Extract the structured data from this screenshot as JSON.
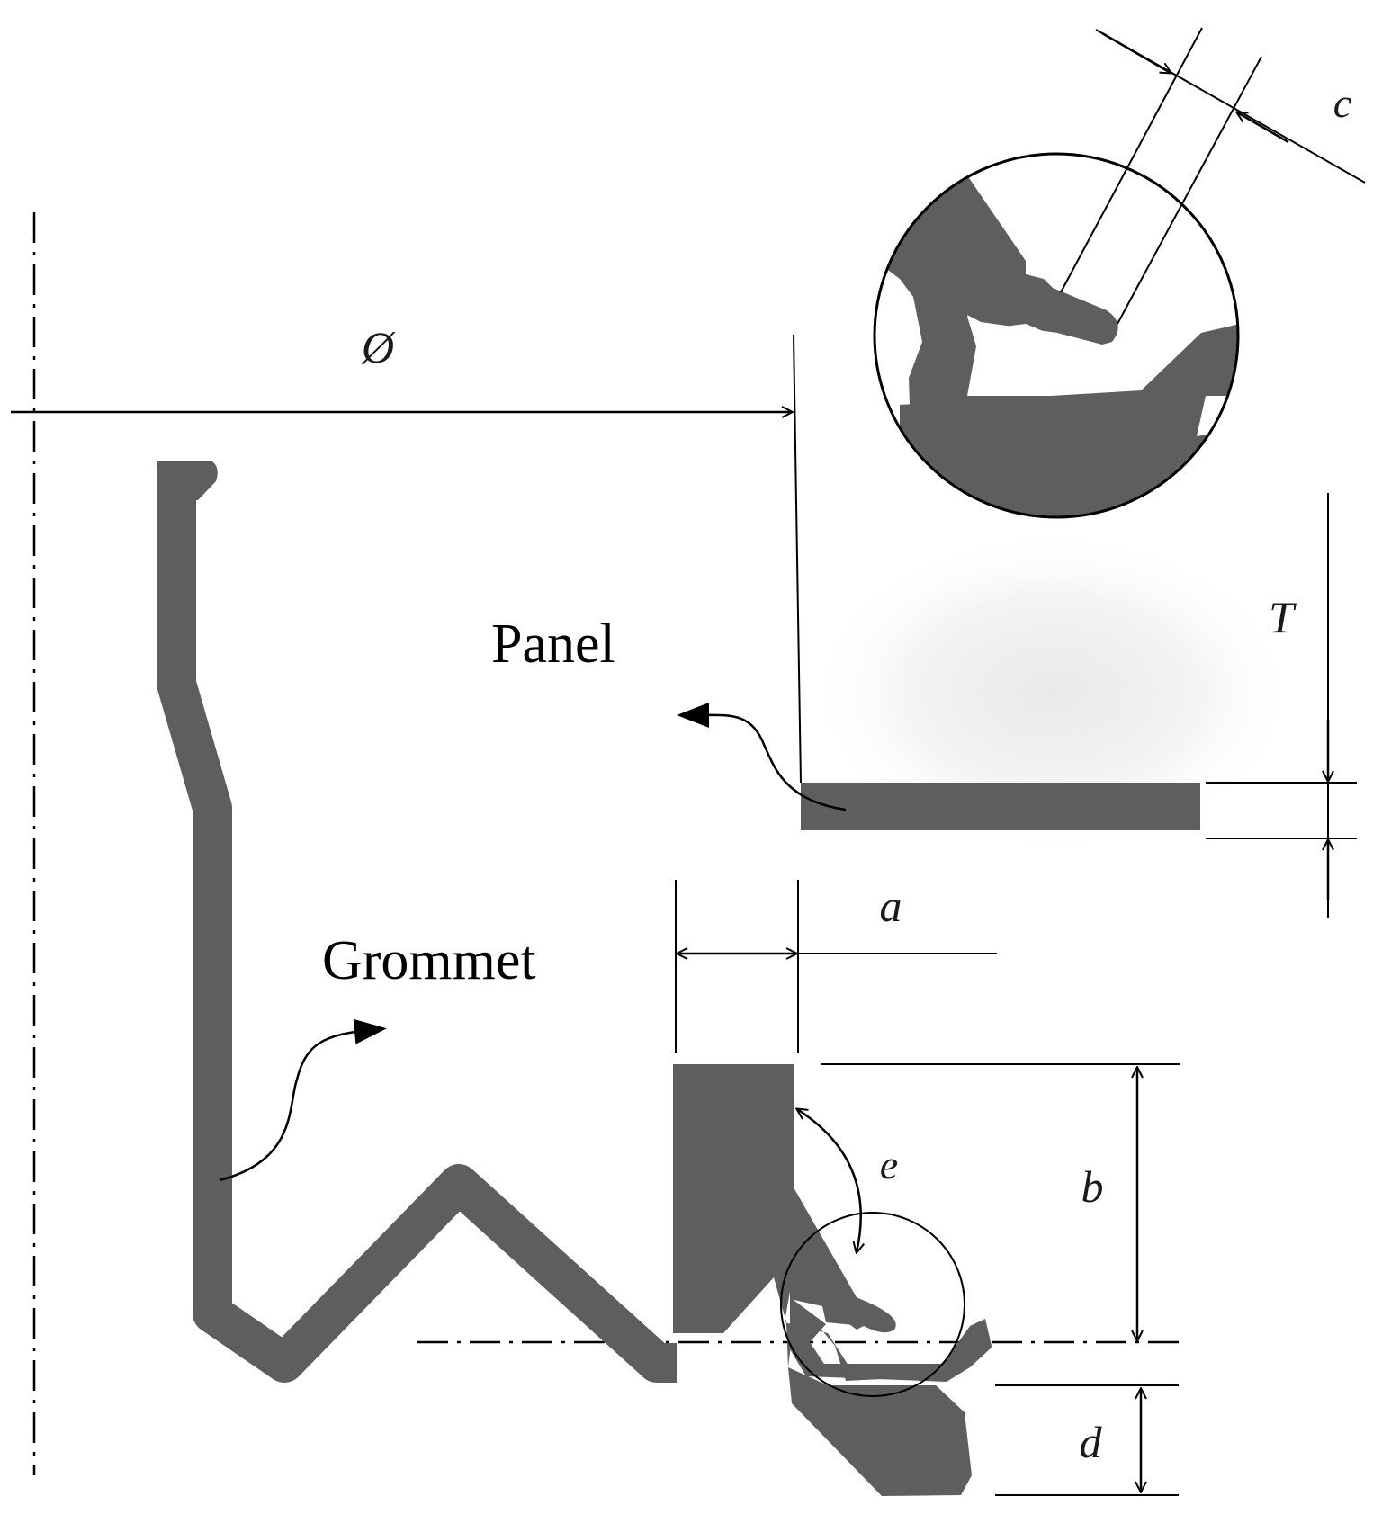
{
  "labels": {
    "panel": "Panel",
    "grommet": "Grommet"
  },
  "dimensions": {
    "diameter": "Ø",
    "a": "a",
    "b": "b",
    "c": "c",
    "d": "d",
    "e": "e",
    "T": "T"
  },
  "colors": {
    "part_fill": "#5e5e5e",
    "line": "#000000",
    "background": "#ffffff"
  }
}
